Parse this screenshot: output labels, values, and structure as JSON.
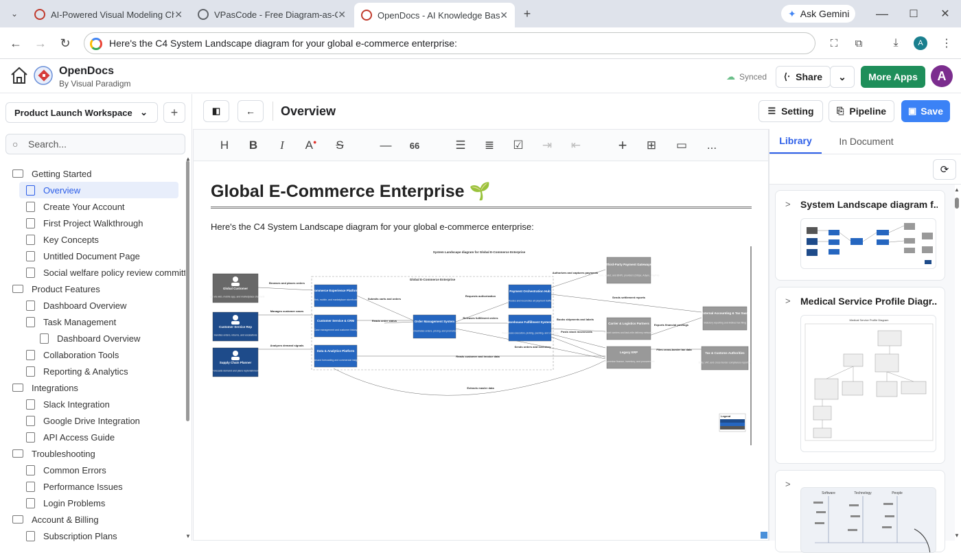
{
  "browser": {
    "tabs": [
      {
        "title": "AI-Powered Visual Modeling Ch"
      },
      {
        "title": "VPasCode - Free Diagram-as-Co"
      },
      {
        "title": "OpenDocs - AI Knowledge Base"
      }
    ],
    "gemini_label": "Ask Gemini",
    "address": "Here's the C4 System Landscape diagram for your global e-commerce enterprise:",
    "profile_initial": "A"
  },
  "app": {
    "name": "OpenDocs",
    "byline": "By Visual Paradigm",
    "synced": "Synced",
    "share": "Share",
    "more_apps": "More Apps",
    "avatar": "A"
  },
  "sidebar": {
    "workspace": "Product Launch Workspace",
    "search_placeholder": "Search...",
    "tree": [
      {
        "label": "Getting Started",
        "type": "folder",
        "level": 0
      },
      {
        "label": "Overview",
        "type": "doc",
        "level": 1,
        "selected": true
      },
      {
        "label": "Create Your Account",
        "type": "doc",
        "level": 1
      },
      {
        "label": "First Project Walkthrough",
        "type": "doc",
        "level": 1
      },
      {
        "label": "Key Concepts",
        "type": "doc",
        "level": 1
      },
      {
        "label": "Untitled Document Page",
        "type": "doc",
        "level": 1
      },
      {
        "label": "Social welfare policy review committee",
        "type": "doc",
        "level": 1
      },
      {
        "label": "Product Features",
        "type": "folder",
        "level": 0
      },
      {
        "label": "Dashboard Overview",
        "type": "doc",
        "level": 1
      },
      {
        "label": "Task Management",
        "type": "doc",
        "level": 1
      },
      {
        "label": "Dashboard Overview",
        "type": "doc",
        "level": 2
      },
      {
        "label": "Collaboration Tools",
        "type": "doc",
        "level": 1
      },
      {
        "label": "Reporting & Analytics",
        "type": "doc",
        "level": 1
      },
      {
        "label": "Integrations",
        "type": "folder",
        "level": 0
      },
      {
        "label": "Slack Integration",
        "type": "doc",
        "level": 1
      },
      {
        "label": "Google Drive Integration",
        "type": "doc",
        "level": 1
      },
      {
        "label": "API Access Guide",
        "type": "doc",
        "level": 1
      },
      {
        "label": "Troubleshooting",
        "type": "folder",
        "level": 0
      },
      {
        "label": "Common Errors",
        "type": "doc",
        "level": 1
      },
      {
        "label": "Performance Issues",
        "type": "doc",
        "level": 1
      },
      {
        "label": "Login Problems",
        "type": "doc",
        "level": 1
      },
      {
        "label": "Account & Billing",
        "type": "folder",
        "level": 0
      },
      {
        "label": "Subscription Plans",
        "type": "doc",
        "level": 1
      }
    ]
  },
  "main": {
    "title": "Overview",
    "setting": "Setting",
    "pipeline": "Pipeline",
    "save": "Save",
    "toolbar": [
      "H",
      "B",
      "I",
      "A",
      "S",
      "—",
      "66",
      "bulleted-list",
      "numbered-list",
      "checkbox",
      "indent",
      "outdent",
      "+",
      "table",
      "embed",
      "..."
    ],
    "doc_title": "Global E-Commerce Enterprise 🌱",
    "intro": "Here's the C4 System Landscape diagram for your global e-commerce enterprise:"
  },
  "diagram": {
    "title": "System Landscape diagram for Global E-Commerce Enterprise",
    "boundary": "Global E-Commerce Enterprise",
    "people": [
      {
        "name": "Global Customer",
        "desc": "Shops via web, mobile app, and marketplace channels"
      },
      {
        "name": "Customer Service Rep",
        "desc": "Handles orders, returns, and escalations"
      },
      {
        "name": "Supply Chain Planner",
        "desc": "Forecasts demand and plans replenishment"
      }
    ],
    "internal": [
      {
        "name": "Commerce Experience Platform",
        "desc": "Web, mobile, and marketplace storefronts"
      },
      {
        "name": "Customer Service & CRM",
        "desc": "Case management and customer history"
      },
      {
        "name": "Data & Analytics Platform",
        "desc": "Demand forecasting and commercial insight"
      },
      {
        "name": "Order Management System",
        "desc": "Orchestrates orders, pricing, and promotions"
      },
      {
        "name": "Payment Orchestration Hub",
        "desc": "Routes and reconciles all payment traffic"
      },
      {
        "name": "Warehouse Fulfillment Systems",
        "desc": "Warehouse execution, picking, packing, and shipping"
      }
    ],
    "external": [
      {
        "name": "Third-Party Payment Gateways",
        "desc": "Card, wallet, and BNPL providers (Stripe, Adyen, PayPal)"
      },
      {
        "name": "Carrier & Logistics Partners",
        "desc": "Parcel carriers and last-mile delivery networks"
      },
      {
        "name": "External Accounting & Tax SaaS",
        "desc": "Statutory reporting and indirect tax filing"
      },
      {
        "name": "Legacy ERP",
        "desc": "On-premise finance, inventory, and procurement"
      },
      {
        "name": "Tax & Customs Authorities",
        "desc": "Duty, VAT, and cross-border compliance reporting"
      }
    ],
    "relations": [
      "Browses and places orders",
      "Submits carts and orders",
      "Requests authorization",
      "Authorizes and captures payments",
      "Sends settlement reports",
      "Manages customer cases",
      "Reads order status",
      "Releases fulfillment orders",
      "Books shipments and labels",
      "Posts stock movements",
      "Exports financial postings",
      "Analyzes demand signals",
      "Sends orders and inventory",
      "Reads customer and invoice data",
      "Files cross-border tax data",
      "Extracts master data"
    ],
    "legend": "Legend"
  },
  "right_panel": {
    "tabs": [
      "Library",
      "In Document"
    ],
    "cards": [
      {
        "title": "System Landscape diagram f..."
      },
      {
        "title": "Medical Service Profile Diagr..."
      },
      {
        "title": ""
      }
    ],
    "thumb2_title": "Medical Service Profile Diagram",
    "thumb3_headers": [
      "Software",
      "Technology",
      "People"
    ]
  }
}
